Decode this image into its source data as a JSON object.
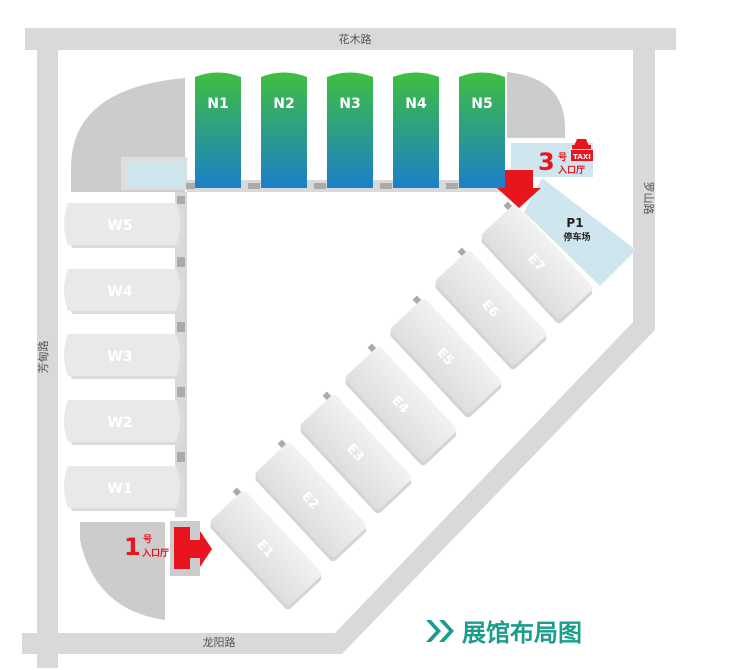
{
  "roads": {
    "north": "花木路",
    "east": "罗山路",
    "west": "芳甸路",
    "south": "龙阳路"
  },
  "halls": {
    "north": [
      "N1",
      "N2",
      "N3",
      "N4",
      "N5"
    ],
    "west": [
      "W5",
      "W4",
      "W3",
      "W2",
      "W1"
    ],
    "east": [
      "E1",
      "E2",
      "E3",
      "E4",
      "E5",
      "E6",
      "E7"
    ]
  },
  "entrances": {
    "entrance_1": {
      "number": "1",
      "hao": "号",
      "label": "入口厅"
    },
    "entrance_3": {
      "number": "3",
      "hao": "号",
      "label": "入口厅"
    }
  },
  "parking": {
    "code": "P1",
    "label": "停车场"
  },
  "taxi": {
    "label": "TAXI"
  },
  "title": "展馆布局图",
  "colors": {
    "road": "#d9d9d9",
    "hall_gray": "#e6e6e6",
    "hall_green_top": "#3fbf3f",
    "hall_green_bottom": "#1b7fc9",
    "entrance_red": "#e8141e",
    "parking_blue": "#cfe6ee",
    "title_teal": "#1a9d8c"
  }
}
